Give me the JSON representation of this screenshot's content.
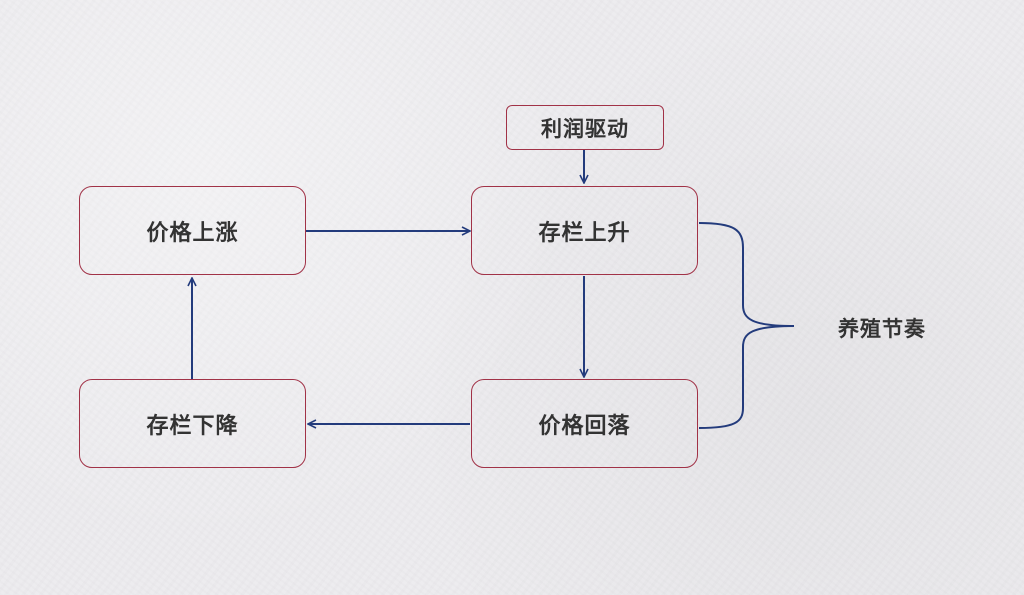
{
  "diagram": {
    "nodes": {
      "price_up": "价格上涨",
      "stock_up": "存栏上升",
      "stock_down": "存栏下降",
      "price_down": "价格回落",
      "profit_driven": "利润驱动"
    },
    "brace_label": "养殖节奏",
    "colors": {
      "node_border": "#a13247",
      "arrow": "#233b7c",
      "text": "#333333",
      "background": "#edecef"
    }
  }
}
